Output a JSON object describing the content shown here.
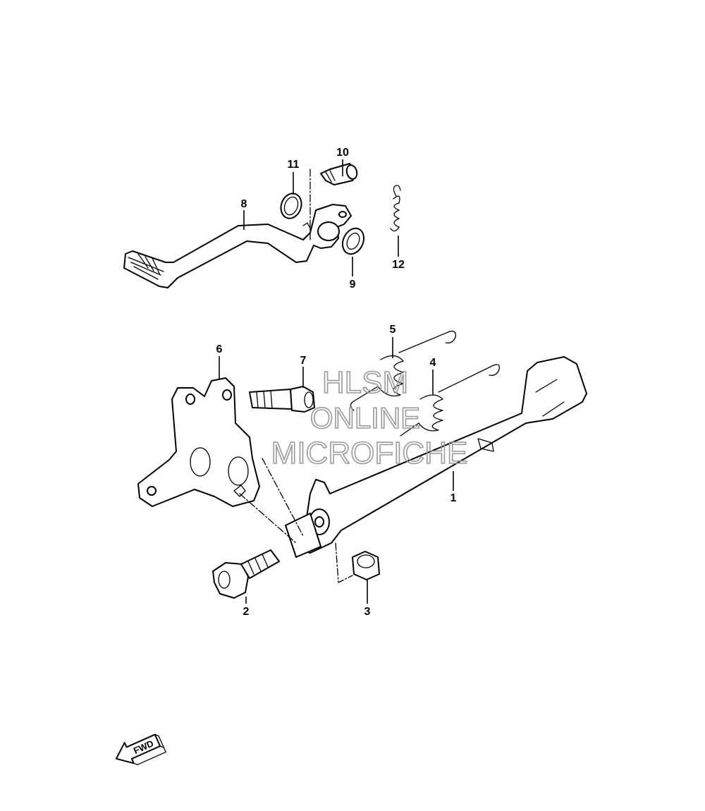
{
  "diagram": {
    "parts": [
      {
        "id": "p1",
        "label": "1"
      },
      {
        "id": "p2",
        "label": "2"
      },
      {
        "id": "p3",
        "label": "3"
      },
      {
        "id": "p4",
        "label": "4"
      },
      {
        "id": "p5",
        "label": "5"
      },
      {
        "id": "p6",
        "label": "6"
      },
      {
        "id": "p7",
        "label": "7"
      },
      {
        "id": "p8",
        "label": "8"
      },
      {
        "id": "p9",
        "label": "9"
      },
      {
        "id": "p10",
        "label": "10"
      },
      {
        "id": "p11",
        "label": "11"
      },
      {
        "id": "p12",
        "label": "12"
      }
    ],
    "direction_arrow": {
      "label": "FWD"
    }
  },
  "watermark": {
    "line1": "HLSM",
    "line2": "ONLINE",
    "line3": "MICROFICHE",
    "color": "#9a9a9a"
  }
}
